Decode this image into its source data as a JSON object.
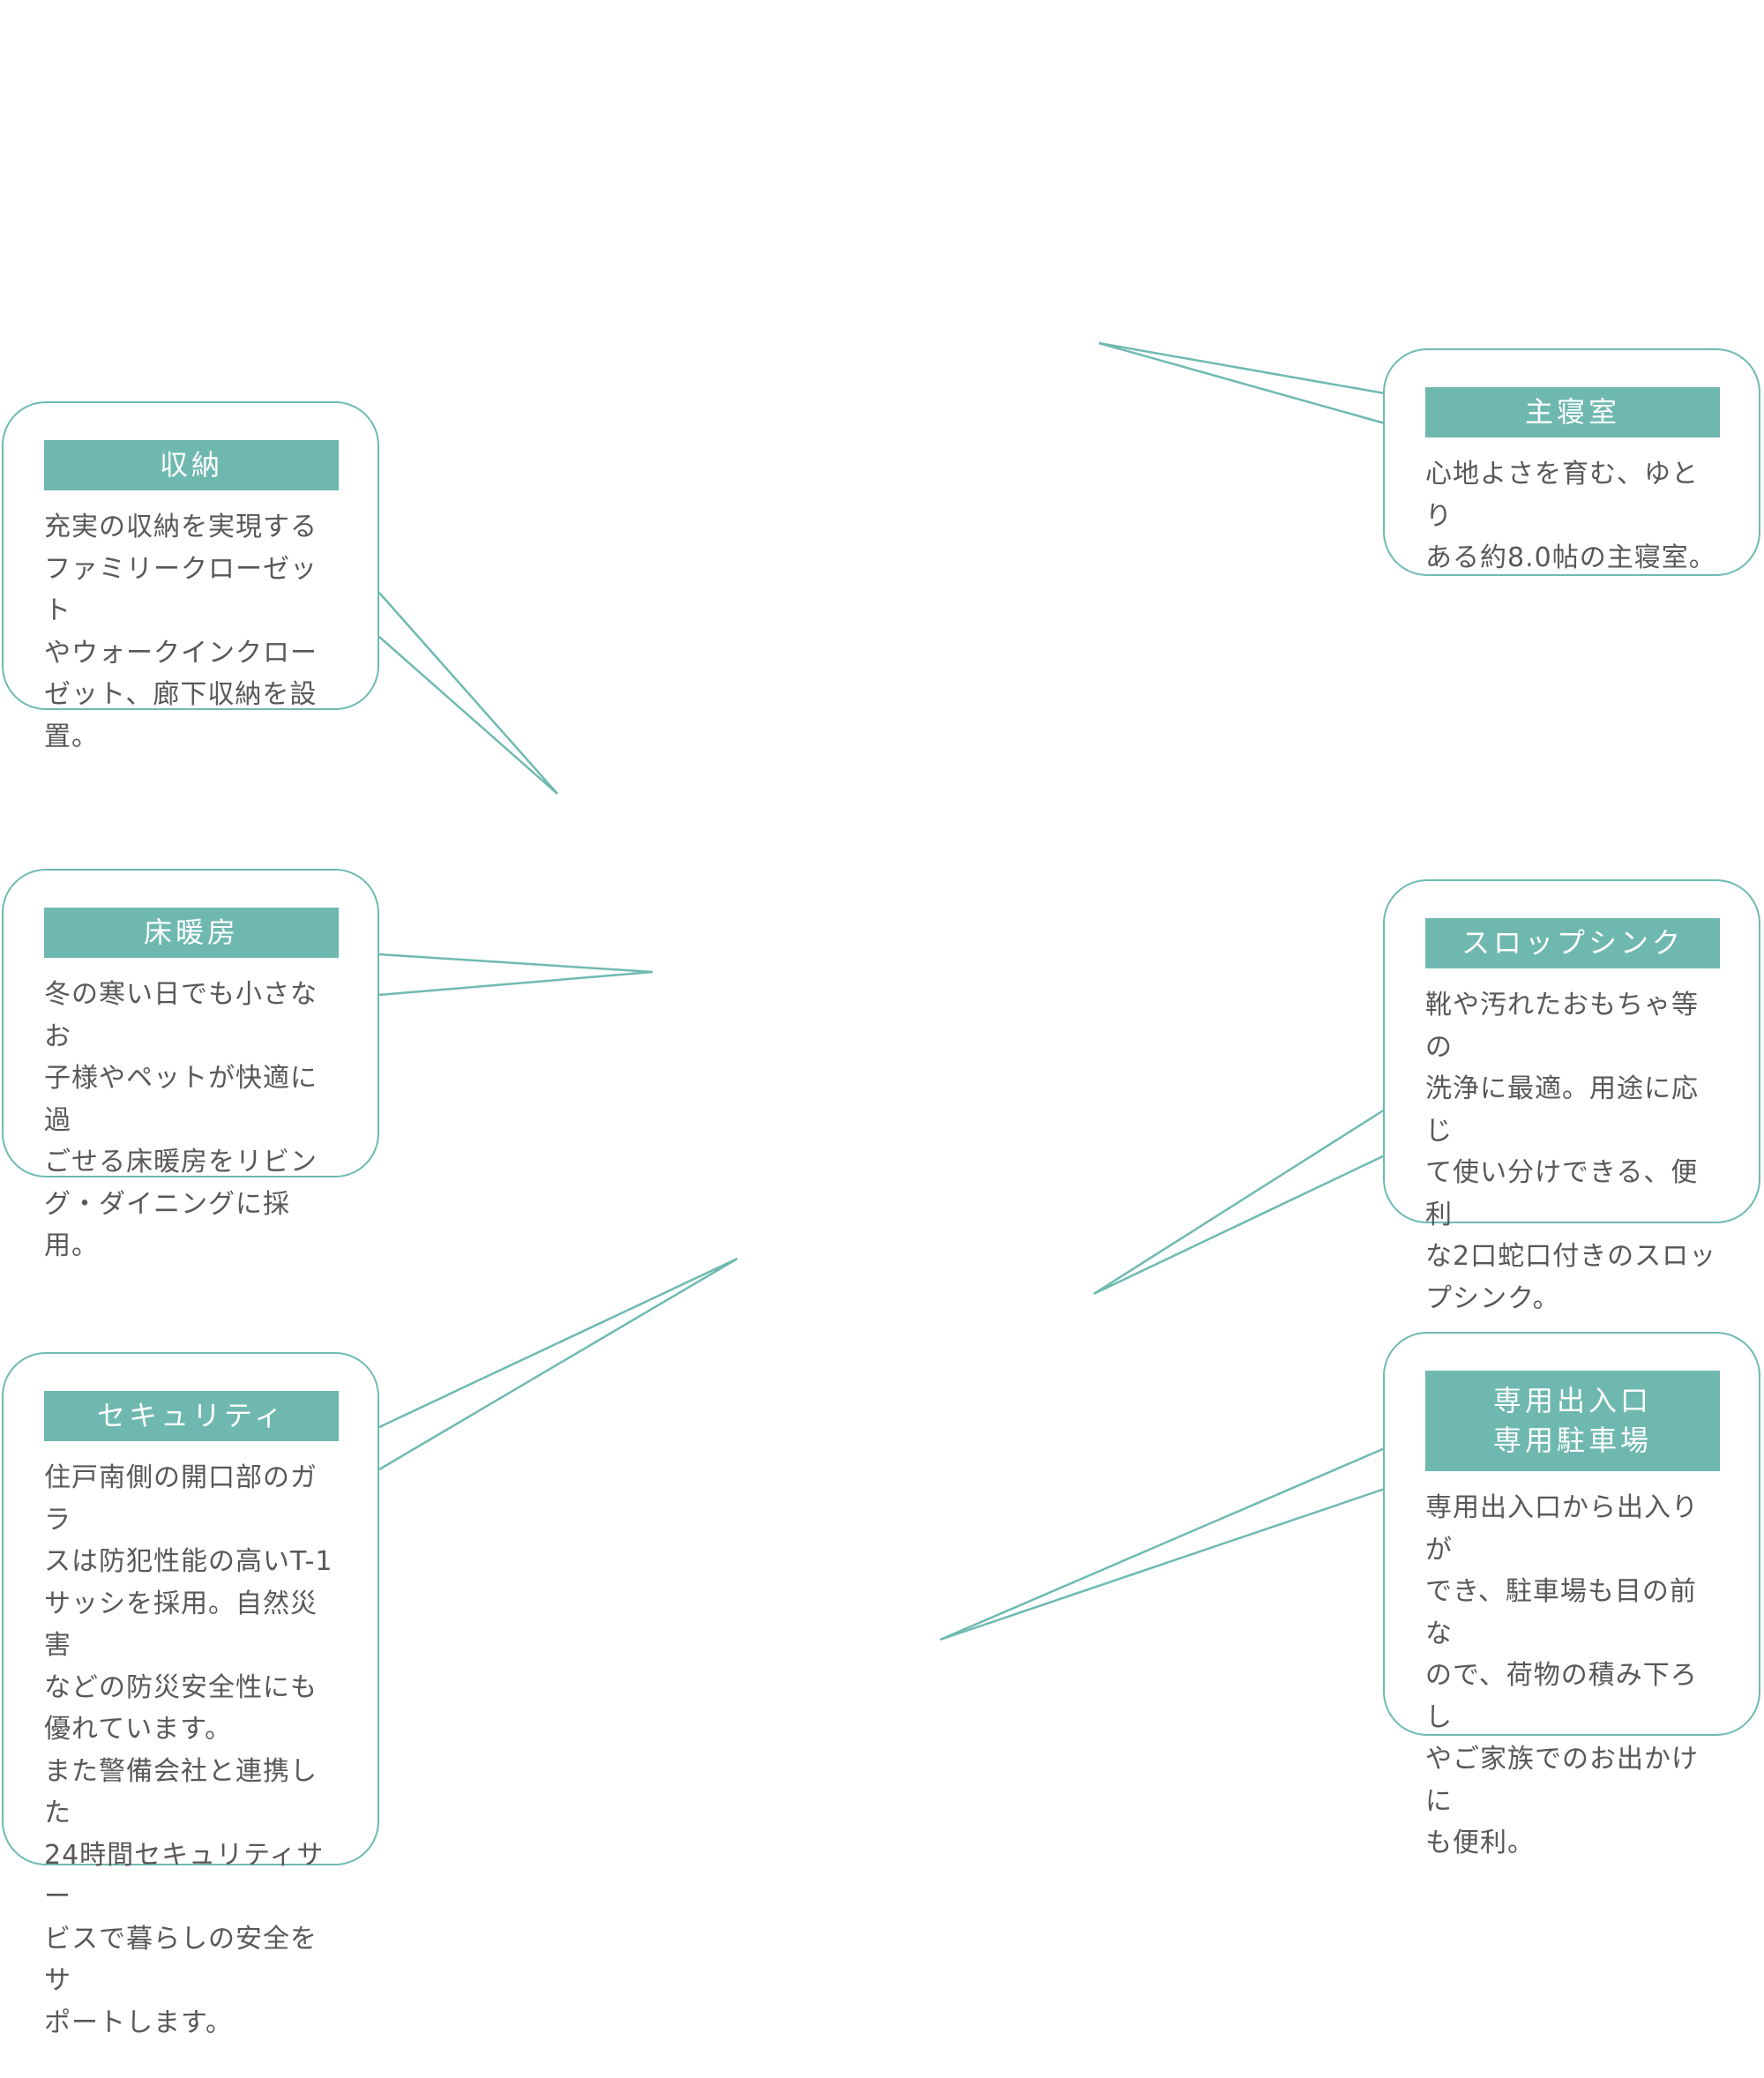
{
  "callouts": {
    "storage": {
      "title": "収納",
      "text": "充実の収納を実現する\nファミリークローゼット\nやウォークインクロー\nゼット、廊下収納を設置。"
    },
    "floor_heating": {
      "title": "床暖房",
      "text": "冬の寒い日でも小さなお\n子様やペットが快適に過\nごせる床暖房をリビン\nグ・ダイニングに採用。"
    },
    "security": {
      "title": "セキュリティ",
      "text": "住戸南側の開口部のガラ\nスは防犯性能の高いT-1\nサッシを採用。自然災害\nなどの防災安全性にも\n優れています。\nまた警備会社と連携した\n24時間セキュリティサー\nビスで暮らしの安全をサ\nポートします。"
    },
    "master_bedroom": {
      "title": "主寝室",
      "text": "心地よさを育む、ゆとり\nある約8.0帖の主寝室。"
    },
    "slop_sink": {
      "title": "スロップシンク",
      "text": "靴や汚れたおもちゃ等の\n洗浄に最適。用途に応じ\nて使い分けできる、便利\nな2口蛇口付きのスロッ\nプシンク。"
    },
    "private_entrance": {
      "title": "専用出入口\n専用駐車場",
      "text": "専用出入口から出入りが\nでき、駐車場も目の前な\nので、荷物の積み下ろし\nやご家族でのお出かけに\nも便利。"
    }
  },
  "colors": {
    "accent": "#6fb8b0",
    "border": "#6fbab1",
    "text": "#595757"
  }
}
